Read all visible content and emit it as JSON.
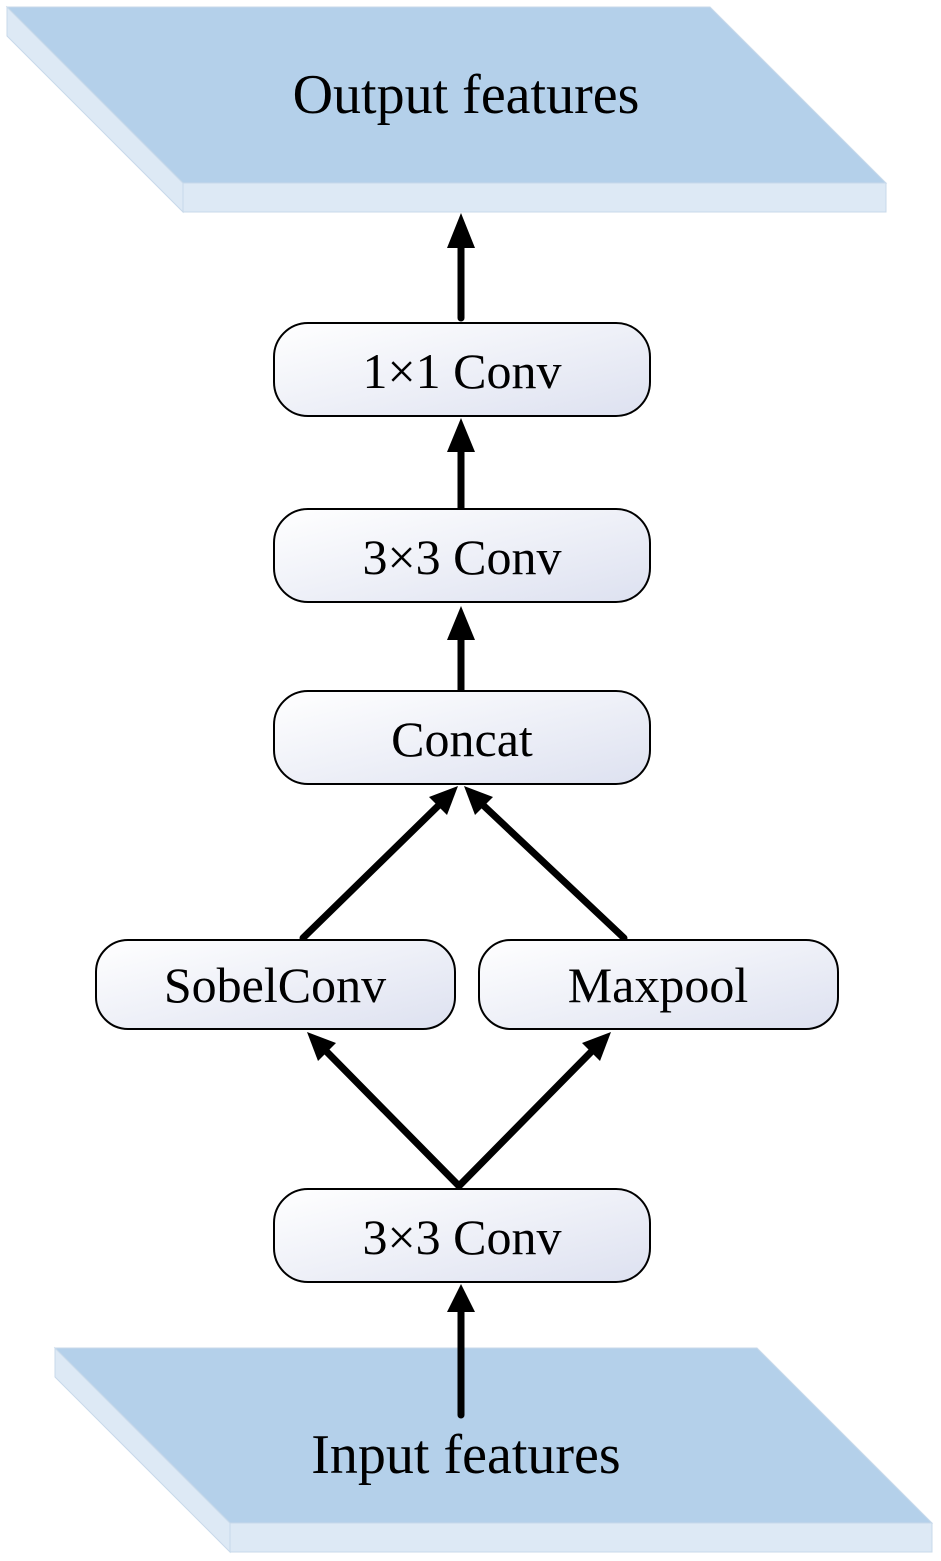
{
  "colors": {
    "plane_top": "#b4d0ea",
    "plane_edge": "#dde9f5",
    "plane_stroke": "#c8d9ea",
    "node_fill_light": "#ffffff",
    "node_fill_dark": "#dde1f0",
    "node_stroke": "#000000",
    "arrow": "#000000"
  },
  "planes": {
    "output": {
      "label": "Output features"
    },
    "input": {
      "label": "Input features"
    }
  },
  "nodes": {
    "conv1x1": {
      "label": "1×1 Conv"
    },
    "conv3x3_top": {
      "label": "3×3 Conv"
    },
    "concat": {
      "label": "Concat"
    },
    "sobelconv": {
      "label": "SobelConv"
    },
    "maxpool": {
      "label": "Maxpool"
    },
    "conv3x3_bottom": {
      "label": "3×3 Conv"
    }
  }
}
